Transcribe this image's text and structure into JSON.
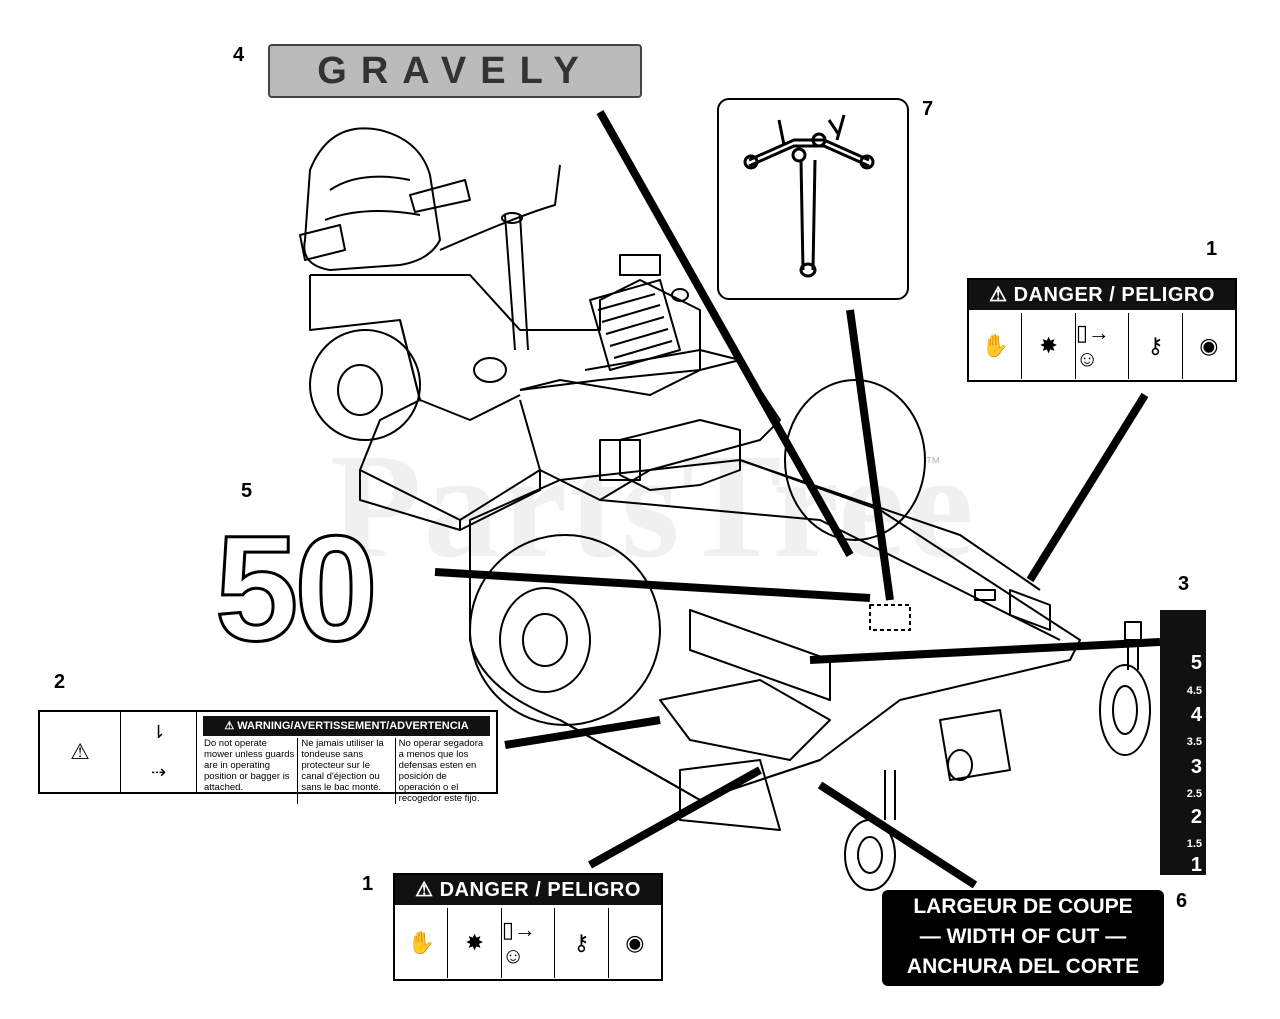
{
  "callouts": [
    "1",
    "2",
    "3",
    "4",
    "5",
    "6",
    "7",
    "1"
  ],
  "logo_text": "GRAVELY",
  "number_50": "50",
  "watermark": "PartsTree",
  "trademark": "™",
  "danger_label": "⚠ DANGER / PELIGRO",
  "danger_icons": [
    "hand-slip-icon",
    "blade-warning-icon",
    "keep-away-icon",
    "remove-key-icon",
    "read-manual-icon"
  ],
  "warning": {
    "header": "⚠ WARNING/AVERTISSEMENT/ADVERTENCIA",
    "col_en": "Do not operate mower unless guards are in operating position or bagger is attached.",
    "col_fr": "Ne jamais utiliser la tondeuse sans protecteur sur le canal d'éjection ou sans le bac monté.",
    "col_es": "No operar segadora a menos que los defensas esten en posición de operación o el recogedor este fijo."
  },
  "width_of_cut": {
    "line1": "LARGEUR DE COUPE",
    "line2": "— WIDTH OF CUT —",
    "line3": "ANCHURA DEL CORTE"
  },
  "scale_ticks": [
    "5",
    "4.5",
    "4",
    "3.5",
    "3",
    "2.5",
    "2",
    "1.5",
    "1"
  ],
  "colors": {
    "ink": "#000000",
    "decal_bg": "#111111",
    "logo_bg": "#bbbbbb"
  }
}
